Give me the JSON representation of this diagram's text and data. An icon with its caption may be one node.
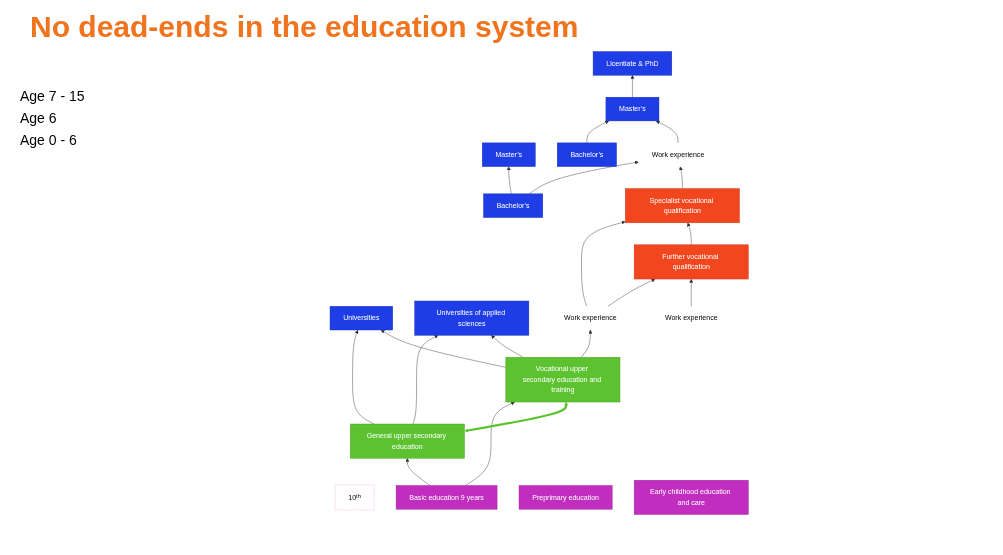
{
  "diagram": {
    "title": "No dead-ends in the education system",
    "nodes": [
      {
        "text": [
          "Licentiate & PhD"
        ]
      },
      {
        "text": [
          "Master’s"
        ]
      },
      {
        "text": [
          "Bachelor’s"
        ]
      },
      {
        "text": [
          "Universities"
        ]
      },
      {
        "text": [
          "Master’s"
        ]
      },
      {
        "text": [
          "Bachelor’s"
        ]
      },
      {
        "text": [
          "Universities of applied sciences"
        ]
      },
      {
        "text": [
          "General upper secondary education"
        ]
      },
      {
        "text": [
          "Vocational upper secondary education and training"
        ]
      },
      {
        "text": [
          "10$^{th}$"
        ]
      },
      {
        "text": [
          "Basic education 9 years"
        ]
      },
      {
        "text": [
          "Preprimary education"
        ]
      },
      {
        "text": [
          "Early childhood education and care"
        ]
      },
      {
        "text": [
          "Work experience"
        ]
      },
      {
        "text": [
          "Work experience"
        ]
      },
      {
        "text": [
          "Work experience"
        ]
      },
      {
        "text": [
          "Specialist vocational qualification"
        ]
      },
      {
        "text": [
          "Further vocational qualification"
        ]
      }
    ],
    "edges": [
      {
        "from": 10,
        "to": 7,
        "arrow": "to"
      },
      {
        "from": 10,
        "to": 8,
        "arrow": "to"
      },
      {
        "from": 7,
        "to": 8,
        "arrow": "both",
        "style": "thick",
        "color": "#5cc22f"
      },
      {
        "from": 7,
        "to": 3,
        "arrow": "to"
      },
      {
        "from": 7,
        "to": 6,
        "arrow": "to"
      },
      {
        "from": 8,
        "to": 3,
        "arrow": "to"
      },
      {
        "from": 8,
        "to": 6,
        "arrow": "to"
      },
      {
        "from": 2,
        "to": 4,
        "arrow": "to"
      },
      {
        "from": 5,
        "to": 1,
        "arrow": "to"
      },
      {
        "from": 4,
        "to": 0,
        "arrow": "to"
      },
      {
        "from": 5,
        "to": 13,
        "arrow": "to"
      },
      {
        "from": 13,
        "to": 4,
        "arrow": "to"
      },
      {
        "from": 8,
        "to": 14,
        "arrow": "to"
      },
      {
        "from": 14,
        "to": 16,
        "arrow": "to"
      },
      {
        "from": 14,
        "to": 17,
        "arrow": "to"
      },
      {
        "from": 17,
        "to": 16,
        "arrow": "to"
      },
      {
        "from": 15,
        "to": 17,
        "arrow": "to"
      },
      {
        "from": 16,
        "to": 13,
        "arrow": "to"
      }
    ],
    "labels": [
      "Age 7 - 15",
      "Age 6",
      "Age 0 - 6"
    ]
  }
}
